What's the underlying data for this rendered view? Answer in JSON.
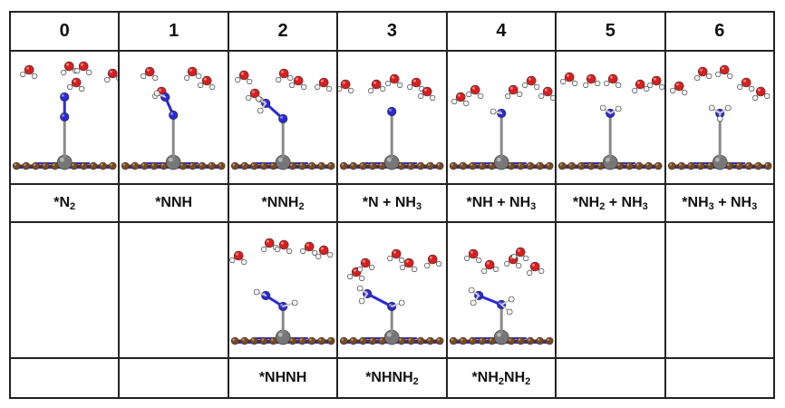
{
  "columns": [
    "0",
    "1",
    "2",
    "3",
    "4",
    "5",
    "6"
  ],
  "labels_row1": [
    {
      "main": "*N",
      "sub1": "2",
      "rest": "",
      "sub2": ""
    },
    {
      "main": "*NNH",
      "sub1": "",
      "rest": "",
      "sub2": ""
    },
    {
      "main": "*NNH",
      "sub1": "2",
      "rest": "",
      "sub2": ""
    },
    {
      "main": "*N + NH",
      "sub1": "3",
      "rest": "",
      "sub2": ""
    },
    {
      "main": "*NH + NH",
      "sub1": "3",
      "rest": "",
      "sub2": ""
    },
    {
      "main": "*NH",
      "sub1": "2",
      "rest": " + NH",
      "sub2": "3"
    },
    {
      "main": "*NH",
      "sub1": "3",
      "rest": " + NH",
      "sub2": "3"
    }
  ],
  "labels_row2": [
    {
      "main": "",
      "sub1": "",
      "rest": "",
      "sub2": ""
    },
    {
      "main": "",
      "sub1": "",
      "rest": "",
      "sub2": ""
    },
    {
      "main": "*NHNH",
      "sub1": "",
      "rest": "",
      "sub2": ""
    },
    {
      "main": "*NHNH",
      "sub1": "2",
      "rest": "",
      "sub2": ""
    },
    {
      "main": "*NH",
      "sub1": "2",
      "rest": "NH",
      "sub2": "2"
    },
    {
      "main": "",
      "sub1": "",
      "rest": "",
      "sub2": ""
    },
    {
      "main": "",
      "sub1": "",
      "rest": "",
      "sub2": ""
    }
  ],
  "colors": {
    "nitrogen": "#2a2ad6",
    "hydrogen": "#f2f2f2",
    "oxygen": "#d91e1e",
    "carbon": "#7a4a22",
    "metal": "#777777"
  },
  "row1_species": [
    "N2",
    "NNH",
    "NNH2",
    "N",
    "NH",
    "NH2",
    "NH3"
  ],
  "row2_species": [
    "",
    "",
    "NHNH",
    "NHNH2",
    "NH2NH2",
    "",
    ""
  ]
}
